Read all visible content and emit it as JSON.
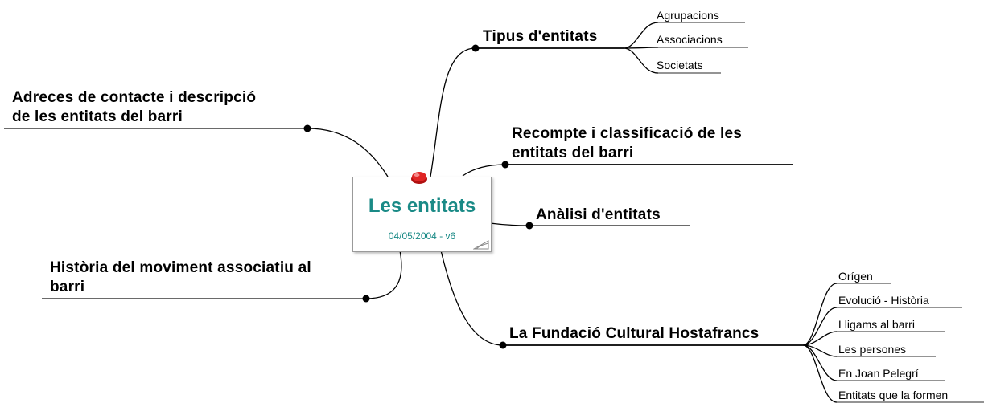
{
  "central": {
    "title": "Les entitats",
    "subtitle": "04/05/2004 - v6",
    "title_color": "#1a8a86",
    "pin_color": "#d42020",
    "pin_icon": "red-pin-icon"
  },
  "branches": {
    "tipus": {
      "label": "Tipus d'entitats",
      "children": [
        "Agrupacions",
        "Associacions",
        "Societats"
      ]
    },
    "adreces": {
      "line1": "Adreces de contacte i descripció",
      "line2": "de les entitats del barri"
    },
    "recompte": {
      "line1": "Recompte i classificació de les",
      "line2": "entitats del barri"
    },
    "analisi": {
      "label": "Anàlisi d'entitats"
    },
    "historia": {
      "line1": "Història del moviment associatiu al",
      "line2": "barri"
    },
    "fundacio": {
      "label": "La Fundació Cultural Hostafrancs",
      "children": [
        "Orígen",
        "Evolució - Història",
        "Lligams al barri",
        "Les persones",
        "En Joan Pelegrí",
        "Entitats que la formen"
      ]
    }
  }
}
